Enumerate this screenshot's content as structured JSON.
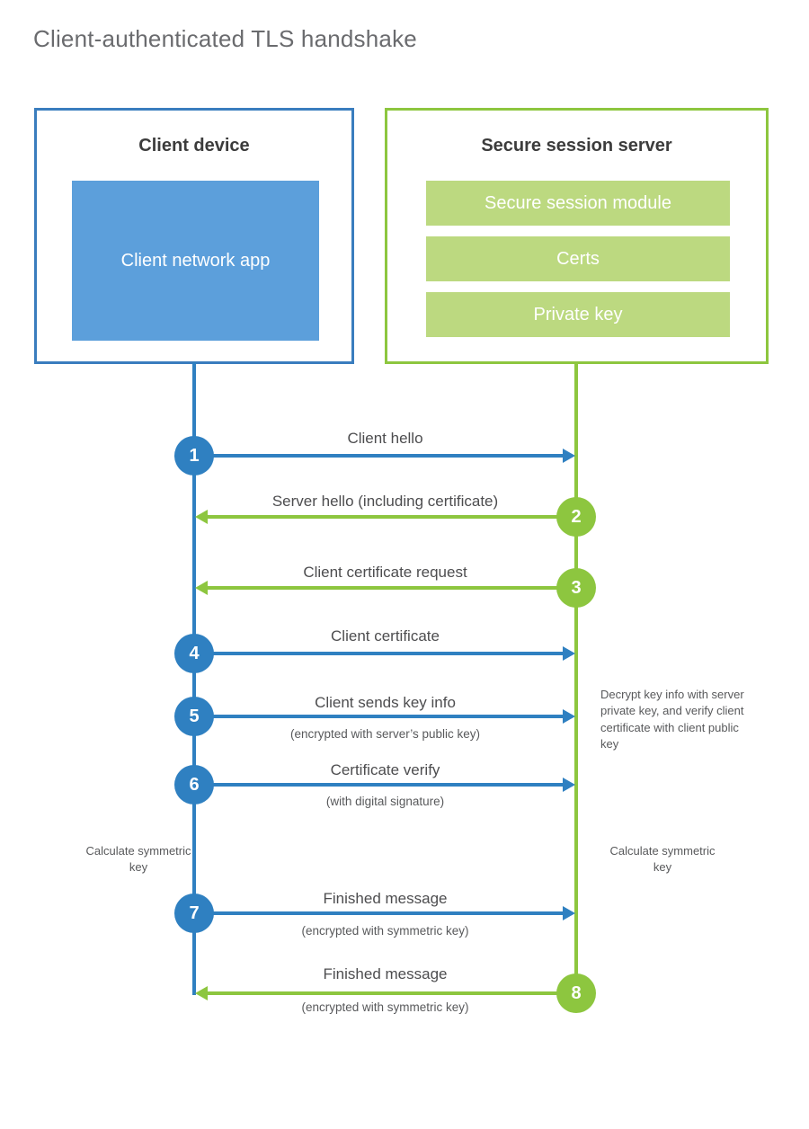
{
  "title": "Client-authenticated TLS handshake",
  "colors": {
    "blue_line": "#2f80c1",
    "green_line": "#8dc63f",
    "client_box_border": "#3a7dbe",
    "client_app_fill": "#5c9fdb",
    "server_item_fill": "#bcd980",
    "title_text": "#6a6b6e",
    "body_text": "#58595b"
  },
  "actors": {
    "client": {
      "title": "Client device",
      "app_label": "Client network app"
    },
    "server": {
      "title": "Secure session server",
      "items": [
        {
          "label": "Secure session module"
        },
        {
          "label": "Certs"
        },
        {
          "label": "Private key"
        }
      ]
    }
  },
  "steps": [
    {
      "number": "1",
      "label": "Client hello",
      "sublabel": "",
      "direction": "client-to-server",
      "color": "blue"
    },
    {
      "number": "2",
      "label": "Server hello (including certificate)",
      "sublabel": "",
      "direction": "server-to-client",
      "color": "green"
    },
    {
      "number": "3",
      "label": "Client certificate request",
      "sublabel": "",
      "direction": "server-to-client",
      "color": "green"
    },
    {
      "number": "4",
      "label": "Client certificate",
      "sublabel": "",
      "direction": "client-to-server",
      "color": "blue"
    },
    {
      "number": "5",
      "label": "Client sends key info",
      "sublabel": "(encrypted with server’s public key)",
      "direction": "client-to-server",
      "color": "blue"
    },
    {
      "number": "6",
      "label": "Certificate verify",
      "sublabel": "(with digital signature)",
      "direction": "client-to-server",
      "color": "blue"
    },
    {
      "number": "7",
      "label": "Finished message",
      "sublabel": "(encrypted with symmetric key)",
      "direction": "client-to-server",
      "color": "blue"
    },
    {
      "number": "8",
      "label": "Finished message",
      "sublabel": "(encrypted with symmetric key)",
      "direction": "server-to-client",
      "color": "green"
    }
  ],
  "notes": {
    "server_decrypt": "Decrypt key info with server private key, and verify client certificate with client public key",
    "client_calculate": "Calculate symmetric key",
    "server_calculate": "Calculate symmetric key"
  }
}
